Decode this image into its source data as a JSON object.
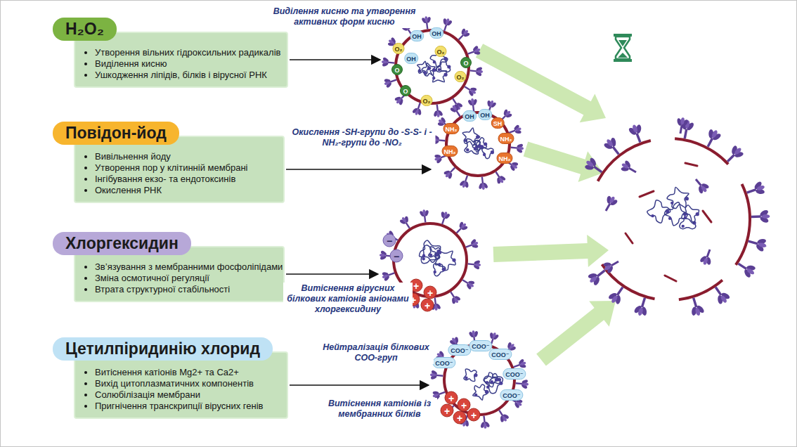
{
  "diagram": {
    "nodes": [
      {
        "text": [
          "H₂O₂",
          "Утворення вільних гідроксильних радикалів",
          "Виділення кисню",
          "Ушкодження ліпідів, білків і вірусної РНК"
        ]
      },
      {
        "text": [
          "OH",
          "OH",
          "O₂",
          "OH",
          "O",
          "O₂",
          "O",
          "O₂",
          "O₂",
          "O"
        ]
      },
      {
        "text": [
          "Повідон-йод",
          "Вивільнення йоду",
          "Утворення пор у клітинній мембрані",
          "Інгібування екзо- та ендотоксинів",
          "Окислення РНК"
        ]
      },
      {
        "text": [
          "OH",
          "OH",
          "SH",
          "NH₂",
          "NH₂",
          "NH₂",
          "NH₂"
        ]
      },
      {
        "text": [
          "Хлоргексидин",
          "Зв’язування з мембранними фосфоліпідами",
          "Зміна осмотичної регуляції",
          "Втрата структурної стабільності"
        ]
      },
      {
        "text": [
          "−",
          "−",
          "+",
          "+",
          "+",
          "+"
        ]
      },
      {
        "text": [
          "Цетилпіридинію хлорид",
          "Витіснення катіонів Mg2+ та Ca2+",
          "Вихід цитоплазматичних компонентів",
          "Солюбілізація мембрани",
          "Пригнічення транскрипції вірусних генів"
        ]
      },
      {
        "text": [
          "COO⁻",
          "COO⁻",
          "COO⁻",
          "COO⁻",
          "COO⁻",
          "COO⁻",
          "+",
          "+",
          "+",
          "+",
          "+"
        ]
      }
    ],
    "edges": [
      {
        "from": 0,
        "to": 1,
        "arrow": "to",
        "label": "Виділення кисню та утворення активних форм кисню"
      },
      {
        "from": 2,
        "to": 3,
        "arrow": "to",
        "label": "Окислення -SH-групи до -S-S- і -NH₂-групи до -NO₂"
      },
      {
        "from": 4,
        "to": 5,
        "arrow": "to",
        "label": "Витіснення вірусних білкових катіонів аніонами хлоргексидину"
      },
      {
        "from": 6,
        "to": 7,
        "arrow": "to",
        "label": "Нейтралізація білкових COO-груп"
      }
    ],
    "labels": [
      "Витіснення катіонів із мембранних білків"
    ]
  }
}
